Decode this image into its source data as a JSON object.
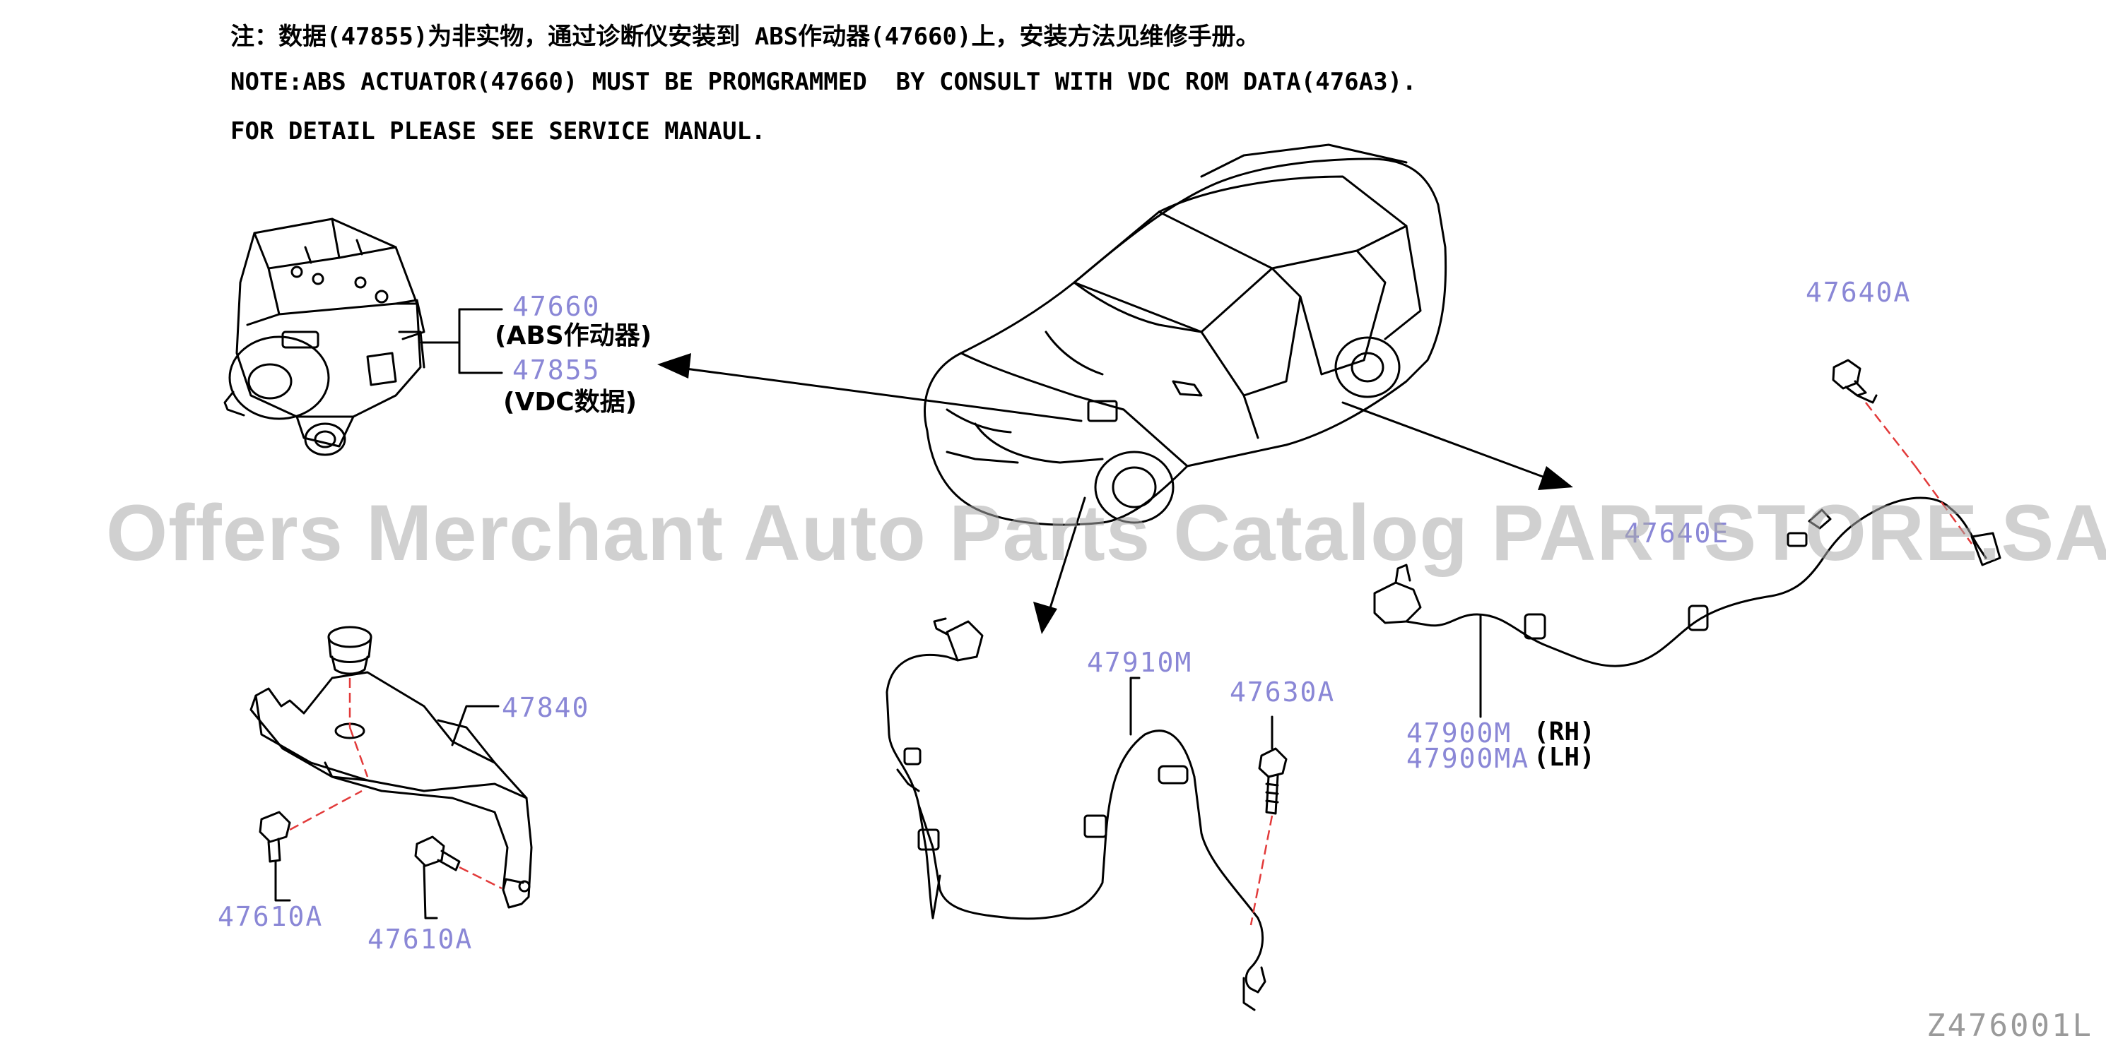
{
  "notes": {
    "line1": "注：数据(47855)为非实物，通过诊断仪安装到 ABS作动器(47660)上，安装方法见维修手册。",
    "line2": "NOTE:ABS ACTUATOR(47660) MUST BE PROMGRAMMED  BY CONSULT WITH VDC ROM DATA(476A3).",
    "line3": "FOR DETAIL PLEASE SEE SERVICE MANAUL."
  },
  "parts": {
    "actuator": "47660",
    "actuator_caption": "(ABS作动器)",
    "vdc_data": "47855",
    "vdc_caption": "(VDC数据)",
    "bracket": "47840",
    "bolt_left": "47610A",
    "bolt_right": "47610A",
    "front_sensor": "47910M",
    "front_bolt": "47630A",
    "rear_bolt": "47640A",
    "rear_clip": "47640E",
    "rear_sensor_rh": "47900M",
    "rear_sensor_lh": "47900MA",
    "rh_label": "(RH)",
    "lh_label": "(LH)"
  },
  "watermark": "Offers Merchant Auto Parts Catalog PARTSTORE.SA",
  "diagram_ref": "Z476001L",
  "colors": {
    "line": "#000000",
    "part_number": "#8a87d6",
    "leader_dash": "#e23a3a",
    "watermark": "#aaaaaa"
  }
}
